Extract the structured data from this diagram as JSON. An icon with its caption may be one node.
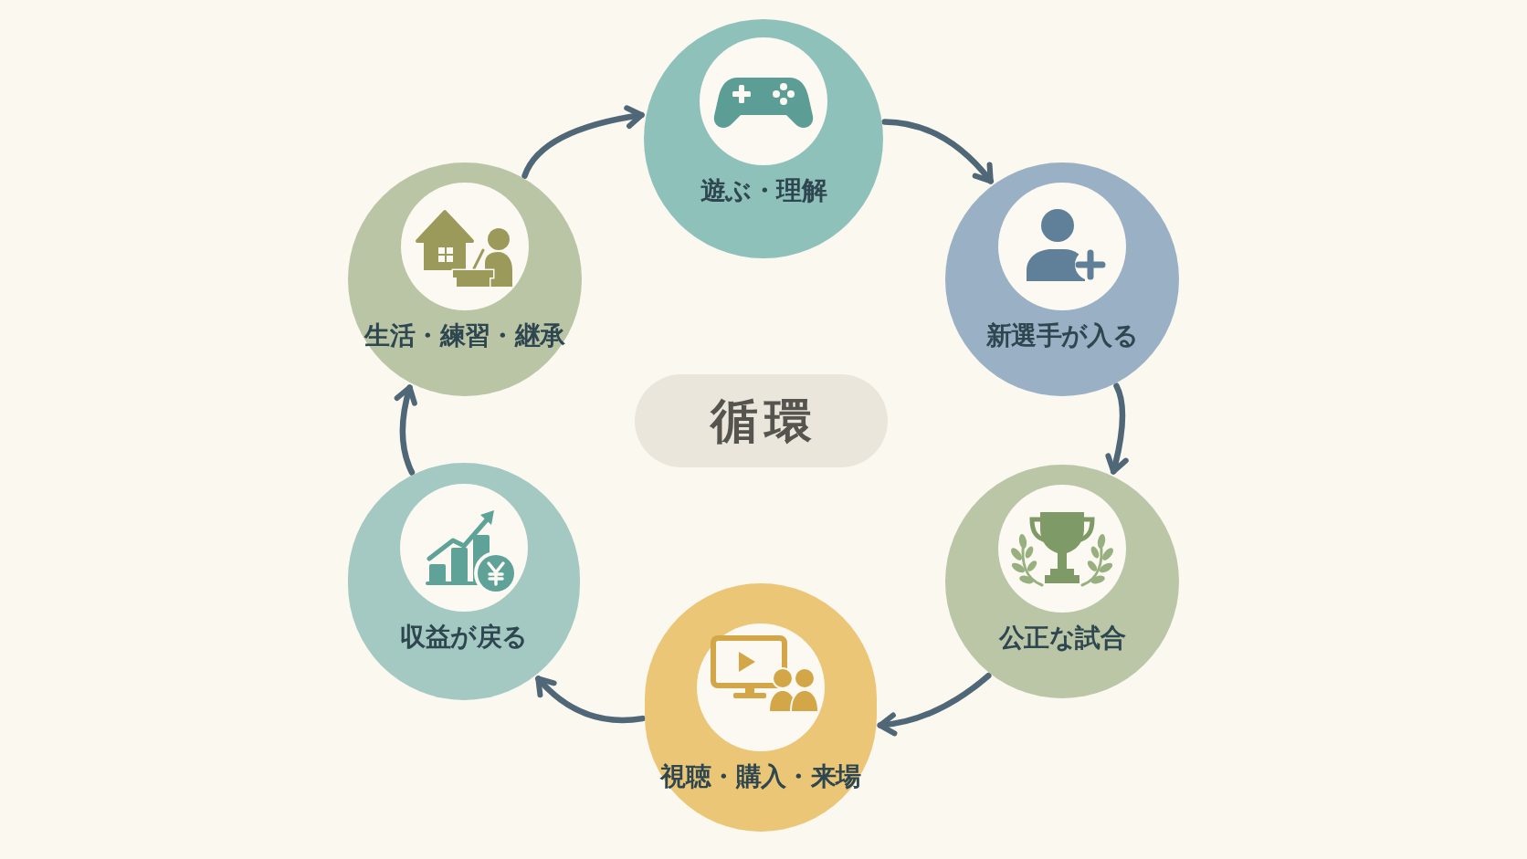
{
  "diagram": {
    "nodes": [
      {
        "text": [
          "遊ぶ・理解"
        ]
      },
      {
        "text": [
          "新選手が入る"
        ]
      },
      {
        "text": [
          "公正な試合"
        ]
      },
      {
        "text": [
          "視聴・購入・来場"
        ]
      },
      {
        "text": [
          "収益が戻る"
        ]
      },
      {
        "text": [
          "生活・練習・継承"
        ]
      },
      {
        "text": [
          "循環"
        ]
      }
    ],
    "edges": [
      {
        "from": 0,
        "to": 1,
        "arrow": "to"
      },
      {
        "from": 1,
        "to": 2,
        "arrow": "to"
      },
      {
        "from": 2,
        "to": 3,
        "arrow": "to"
      },
      {
        "from": 3,
        "to": 4,
        "arrow": "to"
      },
      {
        "from": 4,
        "to": 5,
        "arrow": "to"
      },
      {
        "from": 5,
        "to": 0,
        "arrow": "to"
      }
    ]
  }
}
